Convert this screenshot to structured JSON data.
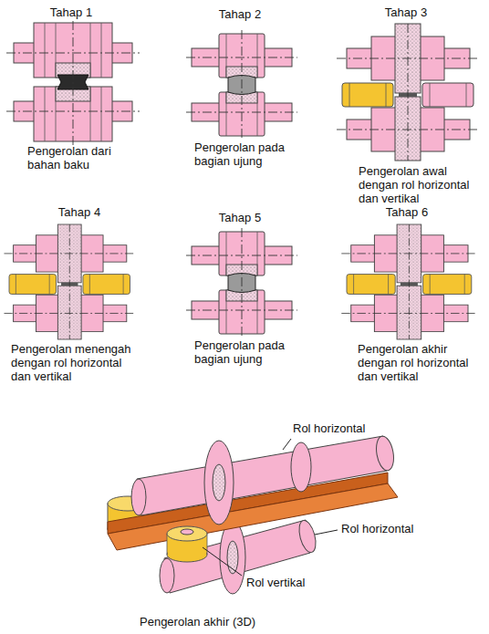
{
  "diagram": {
    "labels": [
      "Tahap 1",
      "Pengerolan dari bahan baku",
      "Tahap 2",
      "Pengerolan pada bagian ujung",
      "Tahap 3",
      "Pengerolan awal dengan rol horizontal dan vertikal",
      "Tahap 4",
      "Pengerolan menengah dengan rol horizontal dan vertikal",
      "Tahap 5",
      "Pengerolan pada bagian ujung",
      "Tahap 6",
      "Pengerolan akhir dengan rol horizontal dan vertikal",
      "Rol horizontal",
      "Rol horizontal",
      "Rol vertikal",
      "Pengerolan akhir (3D)"
    ]
  }
}
